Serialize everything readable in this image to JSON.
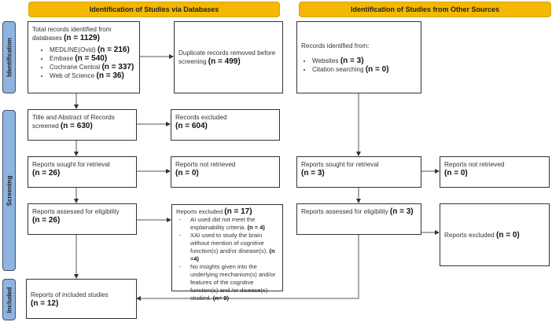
{
  "headers": {
    "databases": "Identification of Studies via Databases",
    "other": "Identification of Studies from Other Sources"
  },
  "phases": {
    "identification": "Identification",
    "screening": "Screening",
    "included": "Included"
  },
  "databases": {
    "total": {
      "text": "Total records identified from databases",
      "n": "(n = 1129)",
      "sources": [
        {
          "label": "MEDLINE(Ovid)",
          "n": "(n = 216)"
        },
        {
          "label": "Embase",
          "n": "(n = 540)"
        },
        {
          "label": "Cochrane Central",
          "n": "(n = 337)"
        },
        {
          "label": "Web of Science",
          "n": "(n = 36)"
        }
      ]
    },
    "duplicates": {
      "text": "Duplicate records removed before screening",
      "n": "(n = 499)"
    },
    "screened": {
      "text": "Title and Abstract of Records screened",
      "n": "(n = 630)"
    },
    "excluded": {
      "text": "Records excluded",
      "n": "(n = 604)"
    },
    "sought": {
      "text": "Reports sought for retrieval",
      "n": "(n = 26)"
    },
    "not_retrieved": {
      "text": "Reports not retrieved",
      "n": "(n = 0)"
    },
    "assessed": {
      "text": "Reports assessed for eligibility",
      "n": "(n = 26)"
    },
    "reports_excluded": {
      "text": "Reports excluded",
      "n": "(n = 17)",
      "reasons": [
        {
          "text": "AI used did not meet the explainability criteria.",
          "n": "(n = 4)"
        },
        {
          "text": "XAI used to study the brain without mention of cognitive function(s) and/or disease(s).",
          "n": "(n =4)"
        },
        {
          "text": "No insights given into the underlying mechanism(s) and/or features of the cognitive function(s) and /or disease(s) studied.",
          "n": "(n= 9)"
        }
      ]
    },
    "included": {
      "text": "Reports of included studies",
      "n": "(n = 12)"
    }
  },
  "other": {
    "identified": {
      "text": "Records identified from:",
      "sources": [
        {
          "label": "Websites",
          "n": "(n = 3)"
        },
        {
          "label": "Citation searching",
          "n": "(n = 0)"
        }
      ]
    },
    "sought": {
      "text": "Reports sought for retrieval",
      "n": "(n = 3)"
    },
    "not_retrieved": {
      "text": "Reports not retrieved",
      "n": "(n = 0)"
    },
    "assessed": {
      "text": "Reports assessed for eligibility",
      "n": "(n = 3)"
    },
    "excluded": {
      "text": "Reports excluded",
      "n": "(n = 0)"
    }
  },
  "colors": {
    "header": "#f5b800",
    "phase": "#8fb4df"
  }
}
